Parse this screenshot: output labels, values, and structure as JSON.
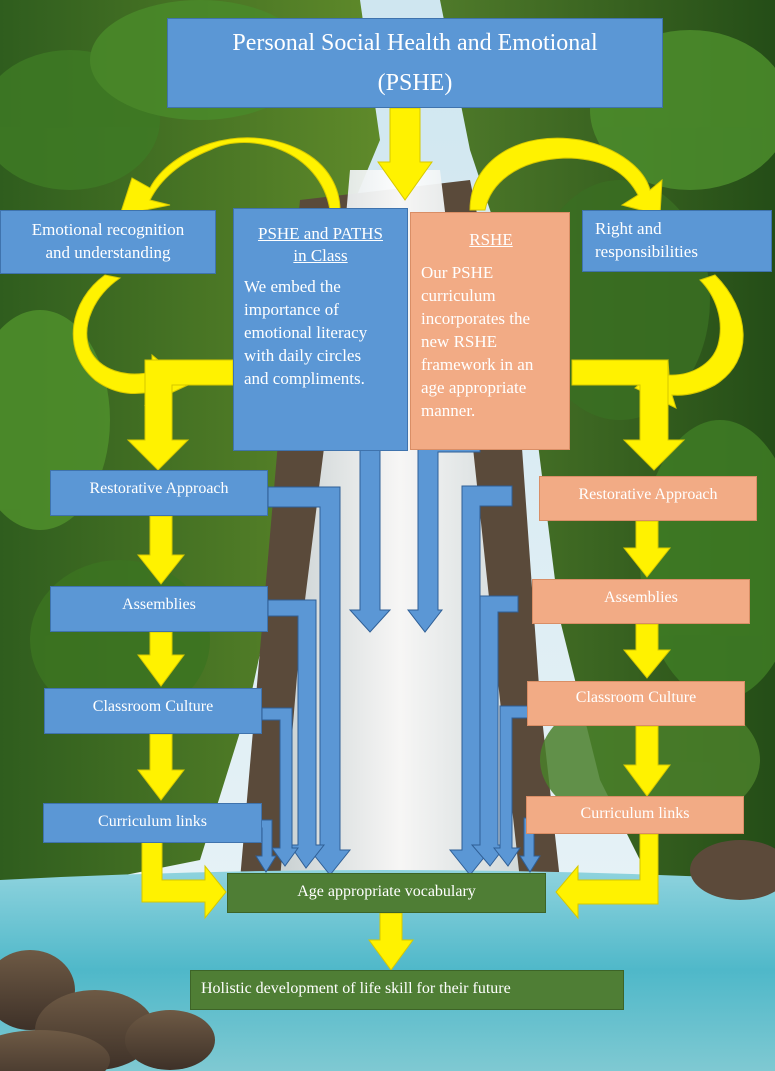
{
  "title": {
    "line1": "Personal Social Health and Emotional",
    "line2": "(PSHE)"
  },
  "left_top": {
    "line1": "Emotional recognition",
    "line2": "and understanding"
  },
  "right_top": {
    "line1": "Right and",
    "line2": "responsibilities"
  },
  "center_left": {
    "heading1": "PSHE and PATHS",
    "heading2": "in Class",
    "lines": [
      "We embed the",
      "importance of",
      "emotional literacy",
      "with daily circles",
      "and compliments."
    ]
  },
  "center_right": {
    "heading": "RSHE",
    "lines": [
      "Our PSHE",
      "curriculum",
      "incorporates the",
      "new RSHE",
      "framework in an",
      "age appropriate",
      "manner."
    ]
  },
  "left_chain": [
    "Restorative Approach",
    "Assemblies",
    "Classroom Culture",
    "Curriculum links"
  ],
  "right_chain": [
    "Restorative Approach",
    "Assemblies",
    "Classroom Culture",
    "Curriculum links"
  ],
  "vocab": "Age appropriate vocabulary",
  "holistic": "Holistic development of life skill for their future",
  "colors": {
    "blue": "#5b97d5",
    "peach": "#f2ab85",
    "green": "#4f7e35",
    "arrow": "#fff200"
  }
}
